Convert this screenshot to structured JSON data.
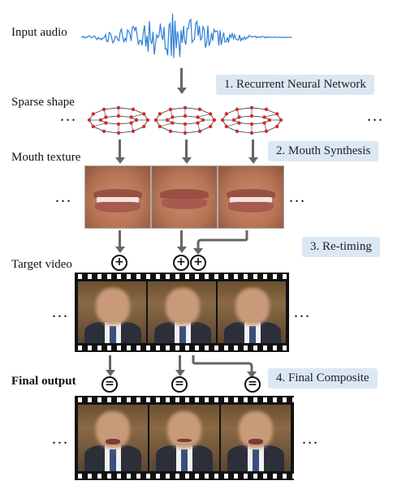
{
  "labels": {
    "input_audio": "Input audio",
    "sparse_shape": "Sparse shape",
    "mouth_texture": "Mouth texture",
    "target_video": "Target video",
    "final_output": "Final output"
  },
  "steps": {
    "s1": "1. Recurrent Neural Network",
    "s2": "2. Mouth Synthesis",
    "s3": "3. Re-timing",
    "s4": "4. Final Composite"
  },
  "symbols": {
    "ellipsis": "...",
    "plus": "+",
    "equals": "="
  },
  "colors": {
    "waveform": "#2f7fd6",
    "step_box": "#dbe8f3",
    "arrow": "#666666",
    "landmark": "#d62b2b"
  }
}
